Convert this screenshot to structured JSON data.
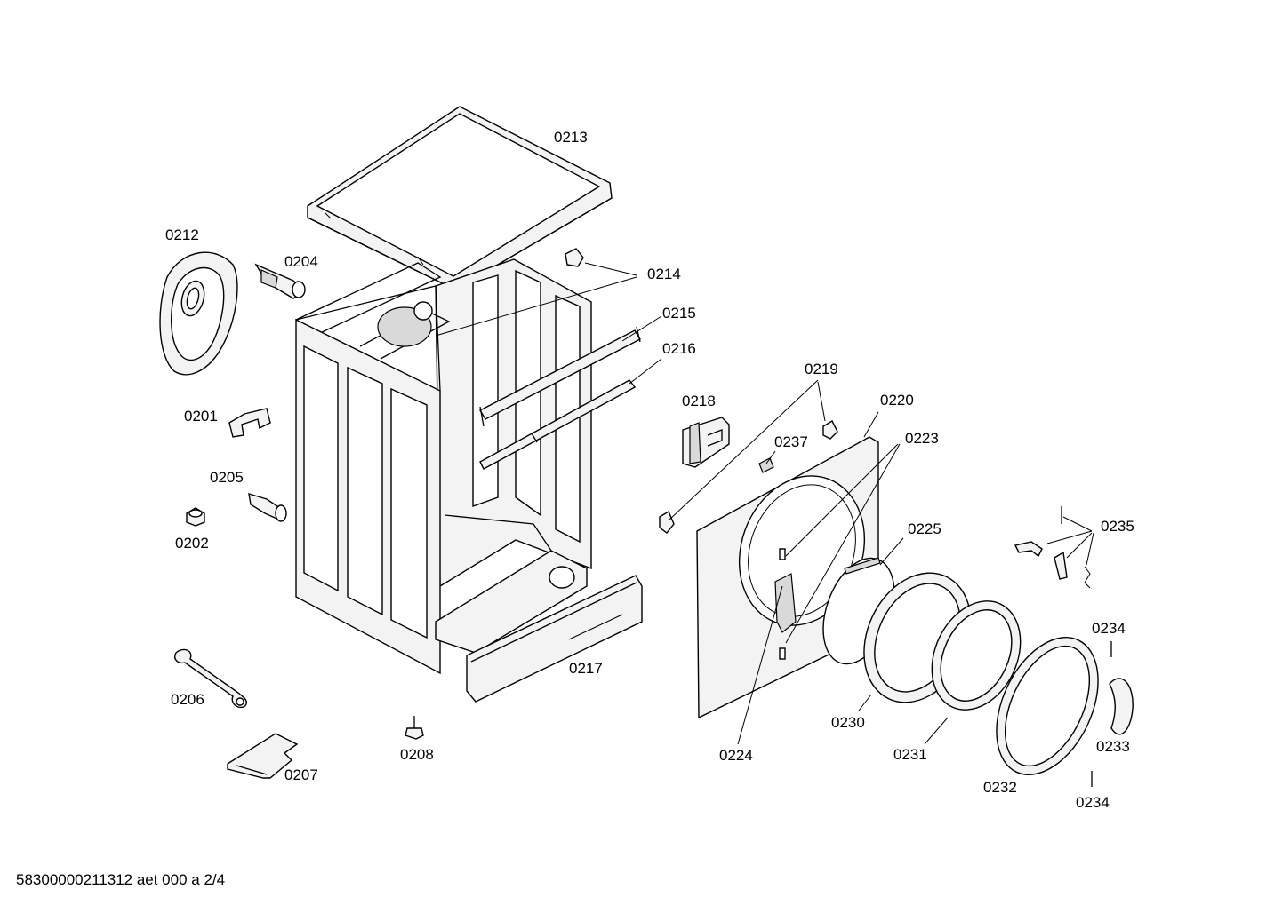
{
  "diagram": {
    "labels": {
      "p0201": "0201",
      "p0202": "0202",
      "p0204": "0204",
      "p0205": "0205",
      "p0206": "0206",
      "p0207": "0207",
      "p0208": "0208",
      "p0212": "0212",
      "p0213": "0213",
      "p0214": "0214",
      "p0215": "0215",
      "p0216": "0216",
      "p0217": "0217",
      "p0218": "0218",
      "p0219": "0219",
      "p0220": "0220",
      "p0223": "0223",
      "p0224": "0224",
      "p0225": "0225",
      "p0230": "0230",
      "p0231": "0231",
      "p0232": "0232",
      "p0233": "0233",
      "p0234a": "0234",
      "p0234b": "0234",
      "p0235": "0235",
      "p0237": "0237"
    }
  },
  "footer": {
    "document_id": "58300000211312 aet 000 a 2/4"
  }
}
